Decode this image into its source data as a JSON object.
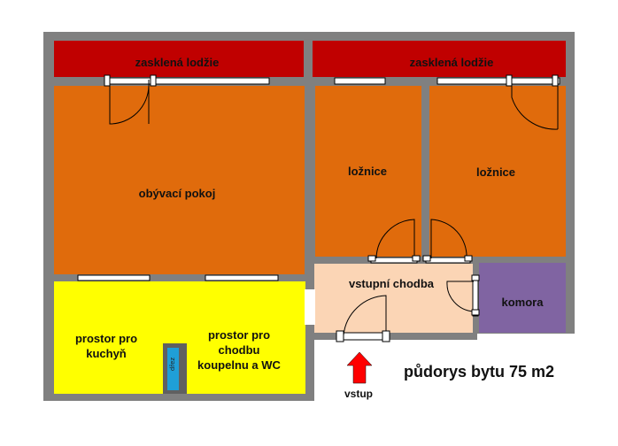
{
  "colors": {
    "wall": "#808080",
    "loggia": "#c00000",
    "room": "#e06b0c",
    "kitchen": "#ffff00",
    "hall": "#fbd5b5",
    "closet": "#8064a2",
    "sink": "#1f9fd7",
    "arrow": "#ff0000"
  },
  "rooms": {
    "loggia_left": "zasklená lodžie",
    "loggia_right": "zasklená lodžie",
    "living_room": "obývací pokoj",
    "bedroom_1": "ložnice",
    "bedroom_2": "ložnice",
    "entrance_hall": "vstupní chodba",
    "closet": "komora",
    "kitchen_area": "prostor pro\nkuchyň",
    "hall_bath_area": "prostor pro\nchodbu\nkoupelnu a WC"
  },
  "sink_label": "dřez",
  "entrance_label": "vstup",
  "plan_title": "půdorys bytu 75 m2"
}
